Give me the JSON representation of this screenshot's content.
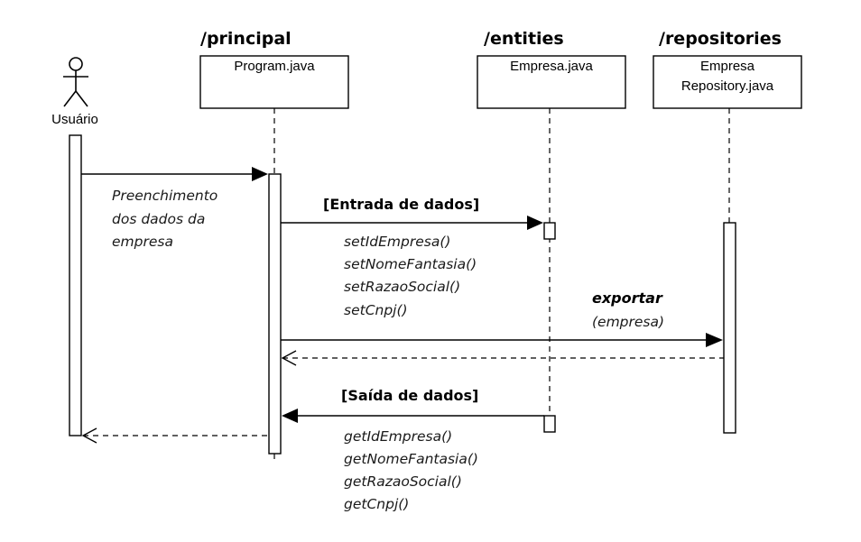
{
  "packages": {
    "principal": "/principal",
    "entities": "/entities",
    "repositories": "/repositories"
  },
  "participants": {
    "actor": "Usuário",
    "program": "Program.java",
    "empresa": "Empresa.java",
    "repository_line1": "Empresa",
    "repository_line2": "Repository.java"
  },
  "messages": {
    "fill_line1": "Preenchimento",
    "fill_line2": "dos dados da",
    "fill_line3": "empresa",
    "input_title": "[Entrada de dados]",
    "setters": [
      "setIdEmpresa()",
      "setNomeFantasia()",
      "setRazaoSocial()",
      "setCnpj()"
    ],
    "export_title": "exportar",
    "export_param": "(empresa)",
    "output_title": "[Saída de dados]",
    "getters": [
      "getIdEmpresa()",
      "getNomeFantasia()",
      "getRazaoSocial()",
      "getCnpj()"
    ]
  }
}
